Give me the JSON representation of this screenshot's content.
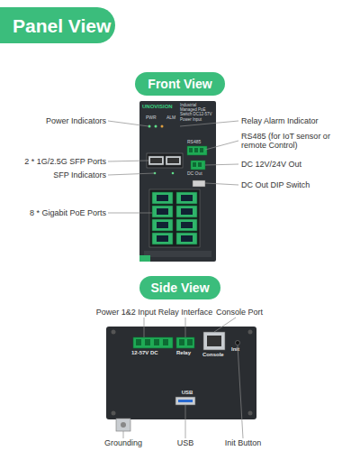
{
  "diagram": {
    "title": "Panel View",
    "nodes": [
      {
        "text": [
          "Front View"
        ]
      },
      {
        "text": [
          "UNOVISION",
          "Industrial Managed PoE Switch DC12-57V Power Input"
        ]
      },
      {
        "text": [
          "Side View"
        ]
      },
      {
        "text": [
          "12-57V DC",
          "Relay",
          "Console",
          "Init",
          "USB"
        ]
      }
    ],
    "labels": [
      "Power Indicators",
      "2 * 1G/2.5G SFP Ports",
      "SFP Indicators",
      "8 * Gigabit PoE Ports",
      "Relay Alarm Indicator",
      "RS485 (for IoT sensor or remote Control)",
      "DC 12V/24V Out",
      "DC Out DIP Switch",
      "Power 1&2 Input",
      "Relay Interface",
      "Console Port",
      "Grounding",
      "USB",
      "Init Button",
      "PWR",
      "ALM",
      "RS485",
      "DC Out"
    ]
  }
}
